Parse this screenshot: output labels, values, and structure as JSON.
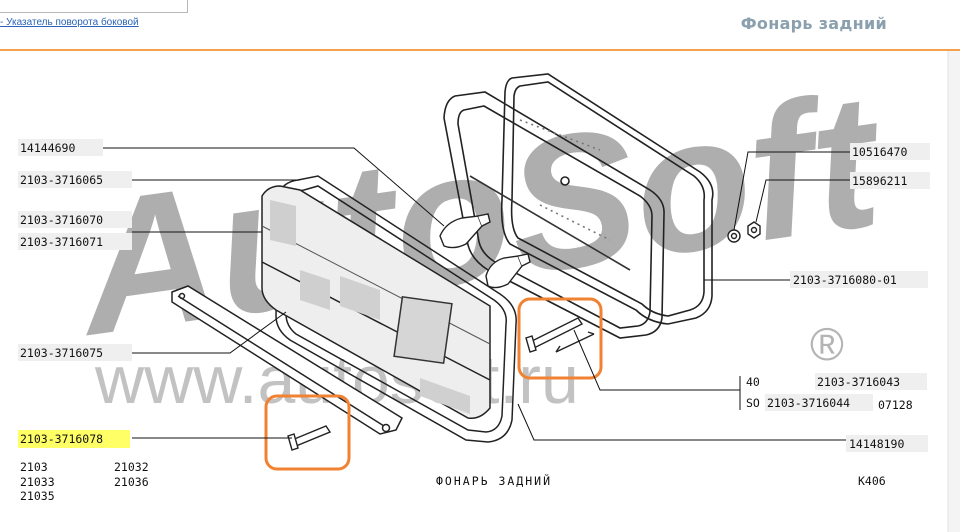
{
  "header": {
    "back_link": "- Указатель поворота боковой",
    "title": "Фонарь задний"
  },
  "labels_left": {
    "p1": "14144690",
    "p2": "2103-3716065",
    "p3": "2103-3716070",
    "p4": "2103-3716071",
    "p5": "2103-3716075",
    "p6": "2103-3716078"
  },
  "labels_right": {
    "p1": "10516470",
    "p2": "15896211",
    "p3": "2103-3716080-01",
    "p4": "2103-3716043",
    "p5": "2103-3716044",
    "p6": "14148190"
  },
  "variants": {
    "v40": "40",
    "vso": "SO",
    "num": "07128"
  },
  "models": [
    "2103",
    "21032",
    "21033",
    "21036",
    "21035"
  ],
  "caption": "ФОНАРЬ ЗАДНИЙ",
  "code": "К406",
  "watermark": {
    "brand": "AutoSoft",
    "url": "www.autosoft.ru",
    "reg": "®"
  },
  "colors": {
    "accent_orange": "#f5a04a",
    "highlight_yellow": "#ffff66",
    "title_grey": "#8aa0ae",
    "link_blue": "#2a63b8"
  }
}
